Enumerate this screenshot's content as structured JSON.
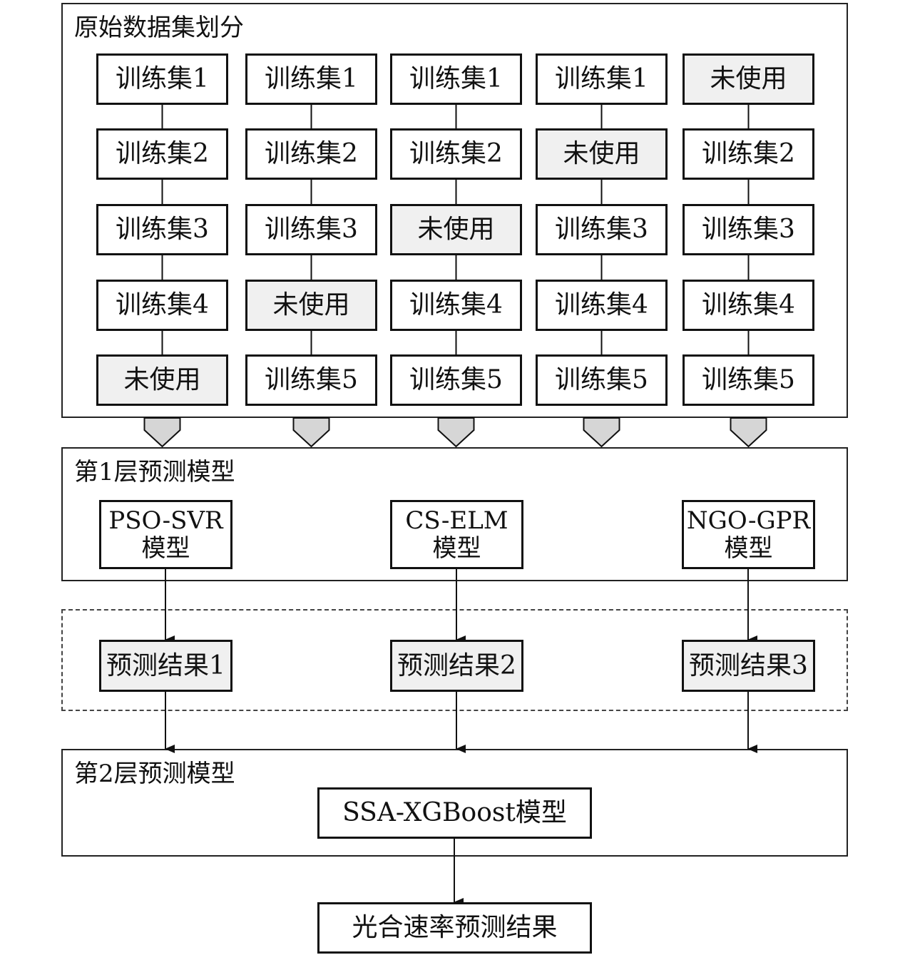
{
  "section1": {
    "title": "原始数据集划分",
    "columns": [
      [
        "训练集1",
        "训练集2",
        "训练集3",
        "训练集4",
        "未使用"
      ],
      [
        "训练集1",
        "训练集2",
        "训练集3",
        "未使用",
        "训练集5"
      ],
      [
        "训练集1",
        "训练集2",
        "未使用",
        "训练集4",
        "训练集5"
      ],
      [
        "训练集1",
        "未使用",
        "训练集3",
        "训练集4",
        "训练集5"
      ],
      [
        "未使用",
        "训练集2",
        "训练集3",
        "训练集4",
        "训练集5"
      ]
    ],
    "unused_label": "未使用"
  },
  "layer1": {
    "title": "第1层预测模型",
    "models": [
      {
        "name": "PSO-SVR",
        "suffix": "模型"
      },
      {
        "name": "CS-ELM",
        "suffix": "模型"
      },
      {
        "name": "NGO-GPR",
        "suffix": "模型"
      }
    ]
  },
  "results": {
    "items": [
      "预测结果1",
      "预测结果2",
      "预测结果3"
    ]
  },
  "layer2": {
    "title": "第2层预测模型",
    "model": "SSA-XGBoost模型"
  },
  "output": {
    "label": "光合速率预测结果"
  },
  "colors": {
    "unused_fill": "#f0f0f0",
    "chevron_fill": "#d6d6d6",
    "line": "#111111"
  }
}
